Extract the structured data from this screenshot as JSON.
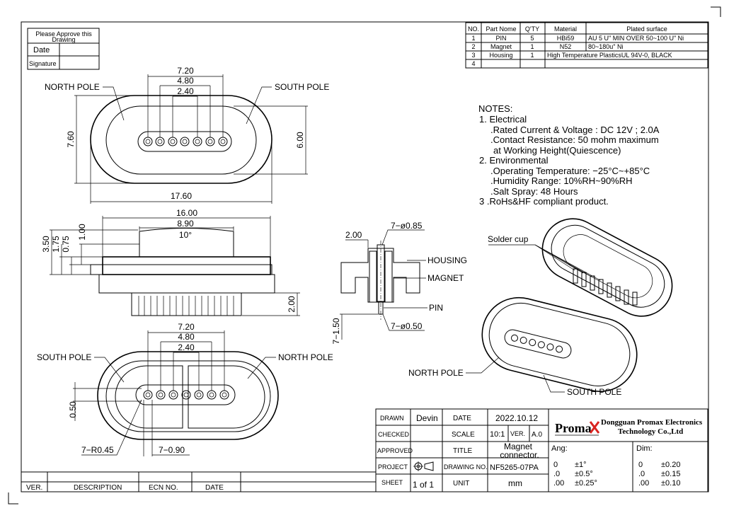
{
  "approval": {
    "title_line1": "Please Approve this",
    "title_line2": "Drawing",
    "date_label": "Date",
    "signature_label": "Signature"
  },
  "bom": {
    "headers": [
      "NO.",
      "Part Nome",
      "Q'TY",
      "Material",
      "Plated surface"
    ],
    "rows": [
      {
        "no": "1",
        "part": "PIN",
        "qty": "5",
        "material": "HBi59",
        "plating": "AU 5 U\" MIN OVER 50~100 U\" Ni"
      },
      {
        "no": "2",
        "part": "Magnet",
        "qty": "1",
        "material": "N52",
        "plating": "80~180u\" Ni"
      },
      {
        "no": "3",
        "part": "Housing",
        "qty": "1",
        "material": "High Temperature PlasticsUL 94V-0, BLACK",
        "plating": ""
      },
      {
        "no": "4",
        "part": "",
        "qty": "",
        "material": "",
        "plating": ""
      }
    ]
  },
  "notes": {
    "title": "NOTES:",
    "lines": [
      "1.  Electrical",
      ".Rated Current & Voltage : DC 12V ; 2.0A",
      ".Contact Resistance: 50 mohm maximum",
      " at Working Height(Quiescence)",
      "2.  Environmental",
      ".Operating Temperature: −25°C~+85°C",
      ".Humidity Range: 10%RH~90%RH",
      ".Salt Spray: 48 Hours",
      "3 .RoHs&HF compliant product."
    ]
  },
  "top_view": {
    "dim_720": "7.20",
    "dim_480": "4.80",
    "dim_240": "2.40",
    "dim_760": "7.60",
    "dim_600": "6.00",
    "dim_1760": "17.60",
    "north_label": "NORTH POLE",
    "south_label": "SOUTH POLE"
  },
  "side_view": {
    "dim_1600": "16.00",
    "dim_890": "8.90",
    "dim_angle": "10°",
    "dim_350": "3.50",
    "dim_175": "1.75",
    "dim_075": "0.75",
    "dim_100": "1.00",
    "dim_200": "2.00"
  },
  "section_view": {
    "dim_200": "2.00",
    "dim_pin_dia": "7−ø0.85",
    "dim_pin_tip": "7−ø0.50",
    "dim_pin_len": "7−1.50",
    "housing_label": "HOUSING",
    "magnet_label": "MAGNET",
    "pin_label": "PIN"
  },
  "bottom_view": {
    "dim_720": "7.20",
    "dim_480": "4.80",
    "dim_240": "2.40",
    "dim_050": "0.50",
    "dim_r045": "7−R0.45",
    "dim_090": "7−0.90",
    "south_label": "SOUTH POLE",
    "north_label": "NORTH POLE"
  },
  "iso_view": {
    "solder_label": "Solder cup",
    "north_label": "NORTH POLE",
    "south_label": "SOUTH POLE"
  },
  "revision": {
    "headers": [
      "VER.",
      "DESCRIPTION",
      "ECN NO.",
      "DATE"
    ]
  },
  "title_block": {
    "drawn_label": "DRAWN",
    "drawn_value": "Devin",
    "date_label": "DATE",
    "date_value": "2022.10.12",
    "checked_label": "CHECKED",
    "scale_label": "SCALE",
    "scale_value": "10:1",
    "ver_label": "VER.",
    "ver_value": "A.0",
    "approved_label": "APPROVED",
    "title_label": "TITLE",
    "title_line1": "Magnet",
    "title_line2": "connector.",
    "project_label": "PROJECT",
    "drawing_no_label": "DRAWING NO.",
    "drawing_no_value": "NF5265-07PA",
    "sheet_label": "SHEET",
    "sheet_value": "1  of  1",
    "unit_label": "UNIT",
    "unit_value": "mm",
    "company_logo": "Proma",
    "company_line1": "Dongguan Promax Electronics",
    "company_line2": "Technology Co.,Ltd",
    "ang_label": "Ang:",
    "dim_label": "Dim:",
    "ang_rows": [
      [
        "0",
        "±1°"
      ],
      [
        ".0",
        "±0.5°"
      ],
      [
        ".00",
        "±0.25°"
      ]
    ],
    "dim_rows": [
      [
        "0",
        "±0.20"
      ],
      [
        ".0",
        "±0.15"
      ],
      [
        ".00",
        "±0.10"
      ]
    ]
  },
  "colors": {
    "line": "#000000",
    "logo_x": "#d9231f",
    "background": "#ffffff"
  }
}
